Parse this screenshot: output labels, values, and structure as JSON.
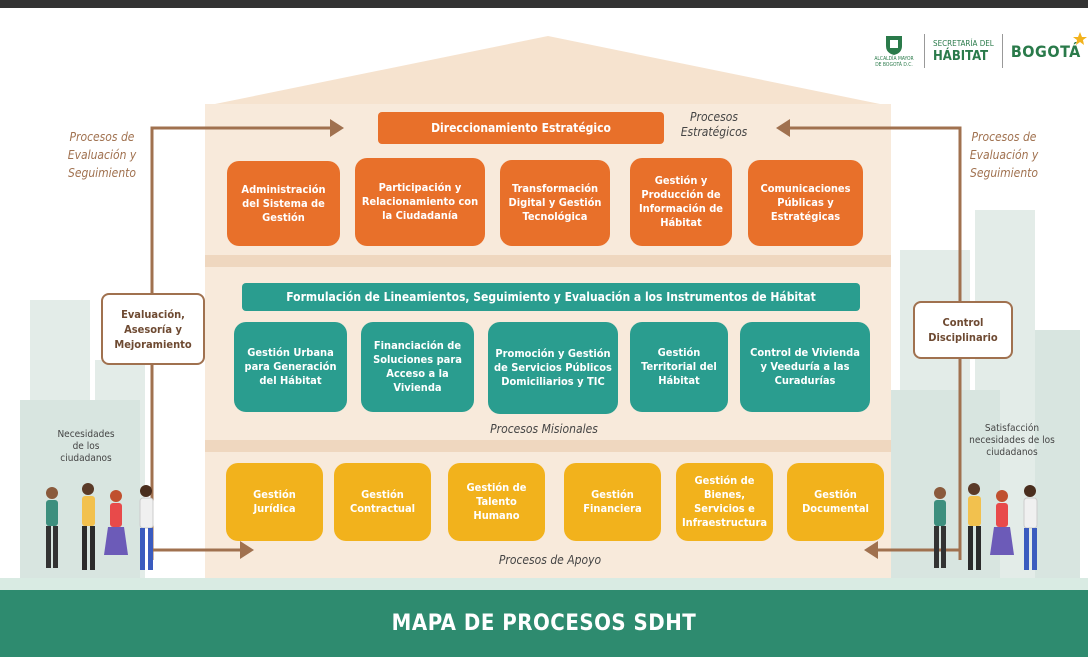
{
  "title": "MAPA DE PROCESOS SDHT",
  "logo": {
    "alcaldia": "ALCALDÍA MAYOR DE BOGOTÁ D.C.",
    "secretaria_small": "SECRETARÍA DEL",
    "secretaria_big": "HÁBITAT",
    "city": "BOGOTÁ"
  },
  "estrategicos": {
    "bar": "Direccionamiento Estratégico",
    "label": "Procesos Estratégicos",
    "items": [
      "Administración del Sistema de Gestión",
      "Participación y Relacionamiento con la Ciudadanía",
      "Transformación Digital y Gestión Tecnológica",
      "Gestión y Producción de Información de Hábitat",
      "Comunicaciones Públicas y Estratégicas"
    ]
  },
  "misionales": {
    "bar": "Formulación de Lineamientos, Seguimiento y Evaluación a los Instrumentos de Hábitat",
    "label": "Procesos Misionales",
    "items": [
      "Gestión Urbana para Generación del Hábitat",
      "Financiación de Soluciones para Acceso a la Vivienda",
      "Promoción y Gestión de Servicios Públicos Domiciliarios y TIC",
      "Gestión Territorial del Hábitat",
      "Control de Vivienda y Veeduría a las Curadurías"
    ]
  },
  "apoyo": {
    "label": "Procesos de Apoyo",
    "items": [
      "Gestión Jurídica",
      "Gestión Contractual",
      "Gestión de Talento Humano",
      "Gestión Financiera",
      "Gestión de Bienes, Servicios e Infraestructura",
      "Gestión Documental"
    ]
  },
  "left": {
    "label": "Procesos de Evaluación y Seguimiento",
    "box": "Evaluación, Asesoría y Mejoramiento",
    "needs": "Necesidades de los ciudadanos"
  },
  "right": {
    "label": "Procesos de Evaluación y Seguimiento",
    "box": "Control Disciplinario",
    "needs": "Satisfacción necesidades de los ciudadanos"
  },
  "colors": {
    "orange": "#e8702a",
    "teal": "#2a9d8f",
    "gold": "#f2b21c",
    "brown": "#a0714f",
    "green": "#2e8b6f"
  }
}
